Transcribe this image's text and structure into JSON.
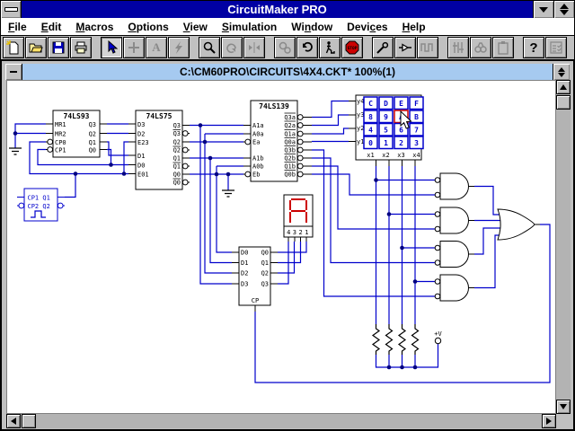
{
  "window": {
    "title": "CircuitMaker PRO"
  },
  "menu": {
    "items": [
      {
        "pre": "",
        "key": "F",
        "post": "ile"
      },
      {
        "pre": "",
        "key": "E",
        "post": "dit"
      },
      {
        "pre": "",
        "key": "M",
        "post": "acros"
      },
      {
        "pre": "",
        "key": "O",
        "post": "ptions"
      },
      {
        "pre": "",
        "key": "V",
        "post": "iew"
      },
      {
        "pre": "",
        "key": "S",
        "post": "imulation"
      },
      {
        "pre": "Wi",
        "key": "n",
        "post": "dow"
      },
      {
        "pre": "Devi",
        "key": "c",
        "post": "es"
      },
      {
        "pre": "",
        "key": "H",
        "post": "elp"
      }
    ]
  },
  "toolbar": {
    "buttons": [
      "new",
      "open",
      "save",
      "print",
      "pointer",
      "wire",
      "text",
      "delete",
      "zoom",
      "rotate",
      "mirror",
      "digital-analog",
      "reset",
      "step",
      "stop",
      "probe",
      "scope-probe",
      "waveforms",
      "device-edit",
      "search",
      "clipboard",
      "help",
      "setup"
    ],
    "text_tool_label": "A",
    "stop_label": "STOP",
    "help_label": "?"
  },
  "child_window": {
    "title": "C:\\CM60PRO\\CIRCUITS\\4X4.CKT* 100%(1)"
  },
  "circuit": {
    "u1": {
      "title": "74LS93",
      "pins_left": [
        "MR1",
        "MR2",
        "CP0",
        "CP1"
      ],
      "pins_right": [
        "Q3",
        "Q2",
        "Q1",
        "Q0"
      ]
    },
    "u2": {
      "title": "74LS75",
      "pins_left": [
        "D3",
        "D2",
        "E23",
        "D1",
        "D0",
        "E01"
      ],
      "pins_right": [
        "Q3",
        "Q3",
        "Q2",
        "Q2",
        "Q1",
        "Q1",
        "Q0",
        "Q0"
      ]
    },
    "u3": {
      "title": "74LS139",
      "pins_left": [
        "A1a",
        "A0a",
        "Ea",
        "A1b",
        "A0b",
        "Eb"
      ],
      "pins_right": [
        "Q3a",
        "Q2a",
        "Q1a",
        "Q0a",
        "Q3b",
        "Q2b",
        "Q1b",
        "Q0b"
      ]
    },
    "keypad": {
      "keys": [
        [
          "C",
          "D",
          "E",
          "F"
        ],
        [
          "8",
          "9",
          "A",
          "B"
        ],
        [
          "4",
          "5",
          "6",
          "7"
        ],
        [
          "0",
          "1",
          "2",
          "3"
        ]
      ],
      "row_labels": [
        "y4",
        "y3",
        "y2",
        "y1"
      ],
      "col_labels": [
        "x1",
        "x2",
        "x3",
        "x4"
      ],
      "pressed_key": "A"
    },
    "display": {
      "label": "4321",
      "shown_value": "A"
    },
    "latch": {
      "pins_left": [
        "D0",
        "D1",
        "D2",
        "D3"
      ],
      "pins_right": [
        "Q0",
        "Q1",
        "Q2",
        "Q3"
      ],
      "clock": "CP"
    },
    "pulser": {
      "row1": "CP1 Q1",
      "row2": "CP2 Q2"
    },
    "supply_label": "+V",
    "colors": {
      "wire": "#0000cc",
      "component": "#000000",
      "active": "#cc0000",
      "junction": "#000080"
    }
  }
}
